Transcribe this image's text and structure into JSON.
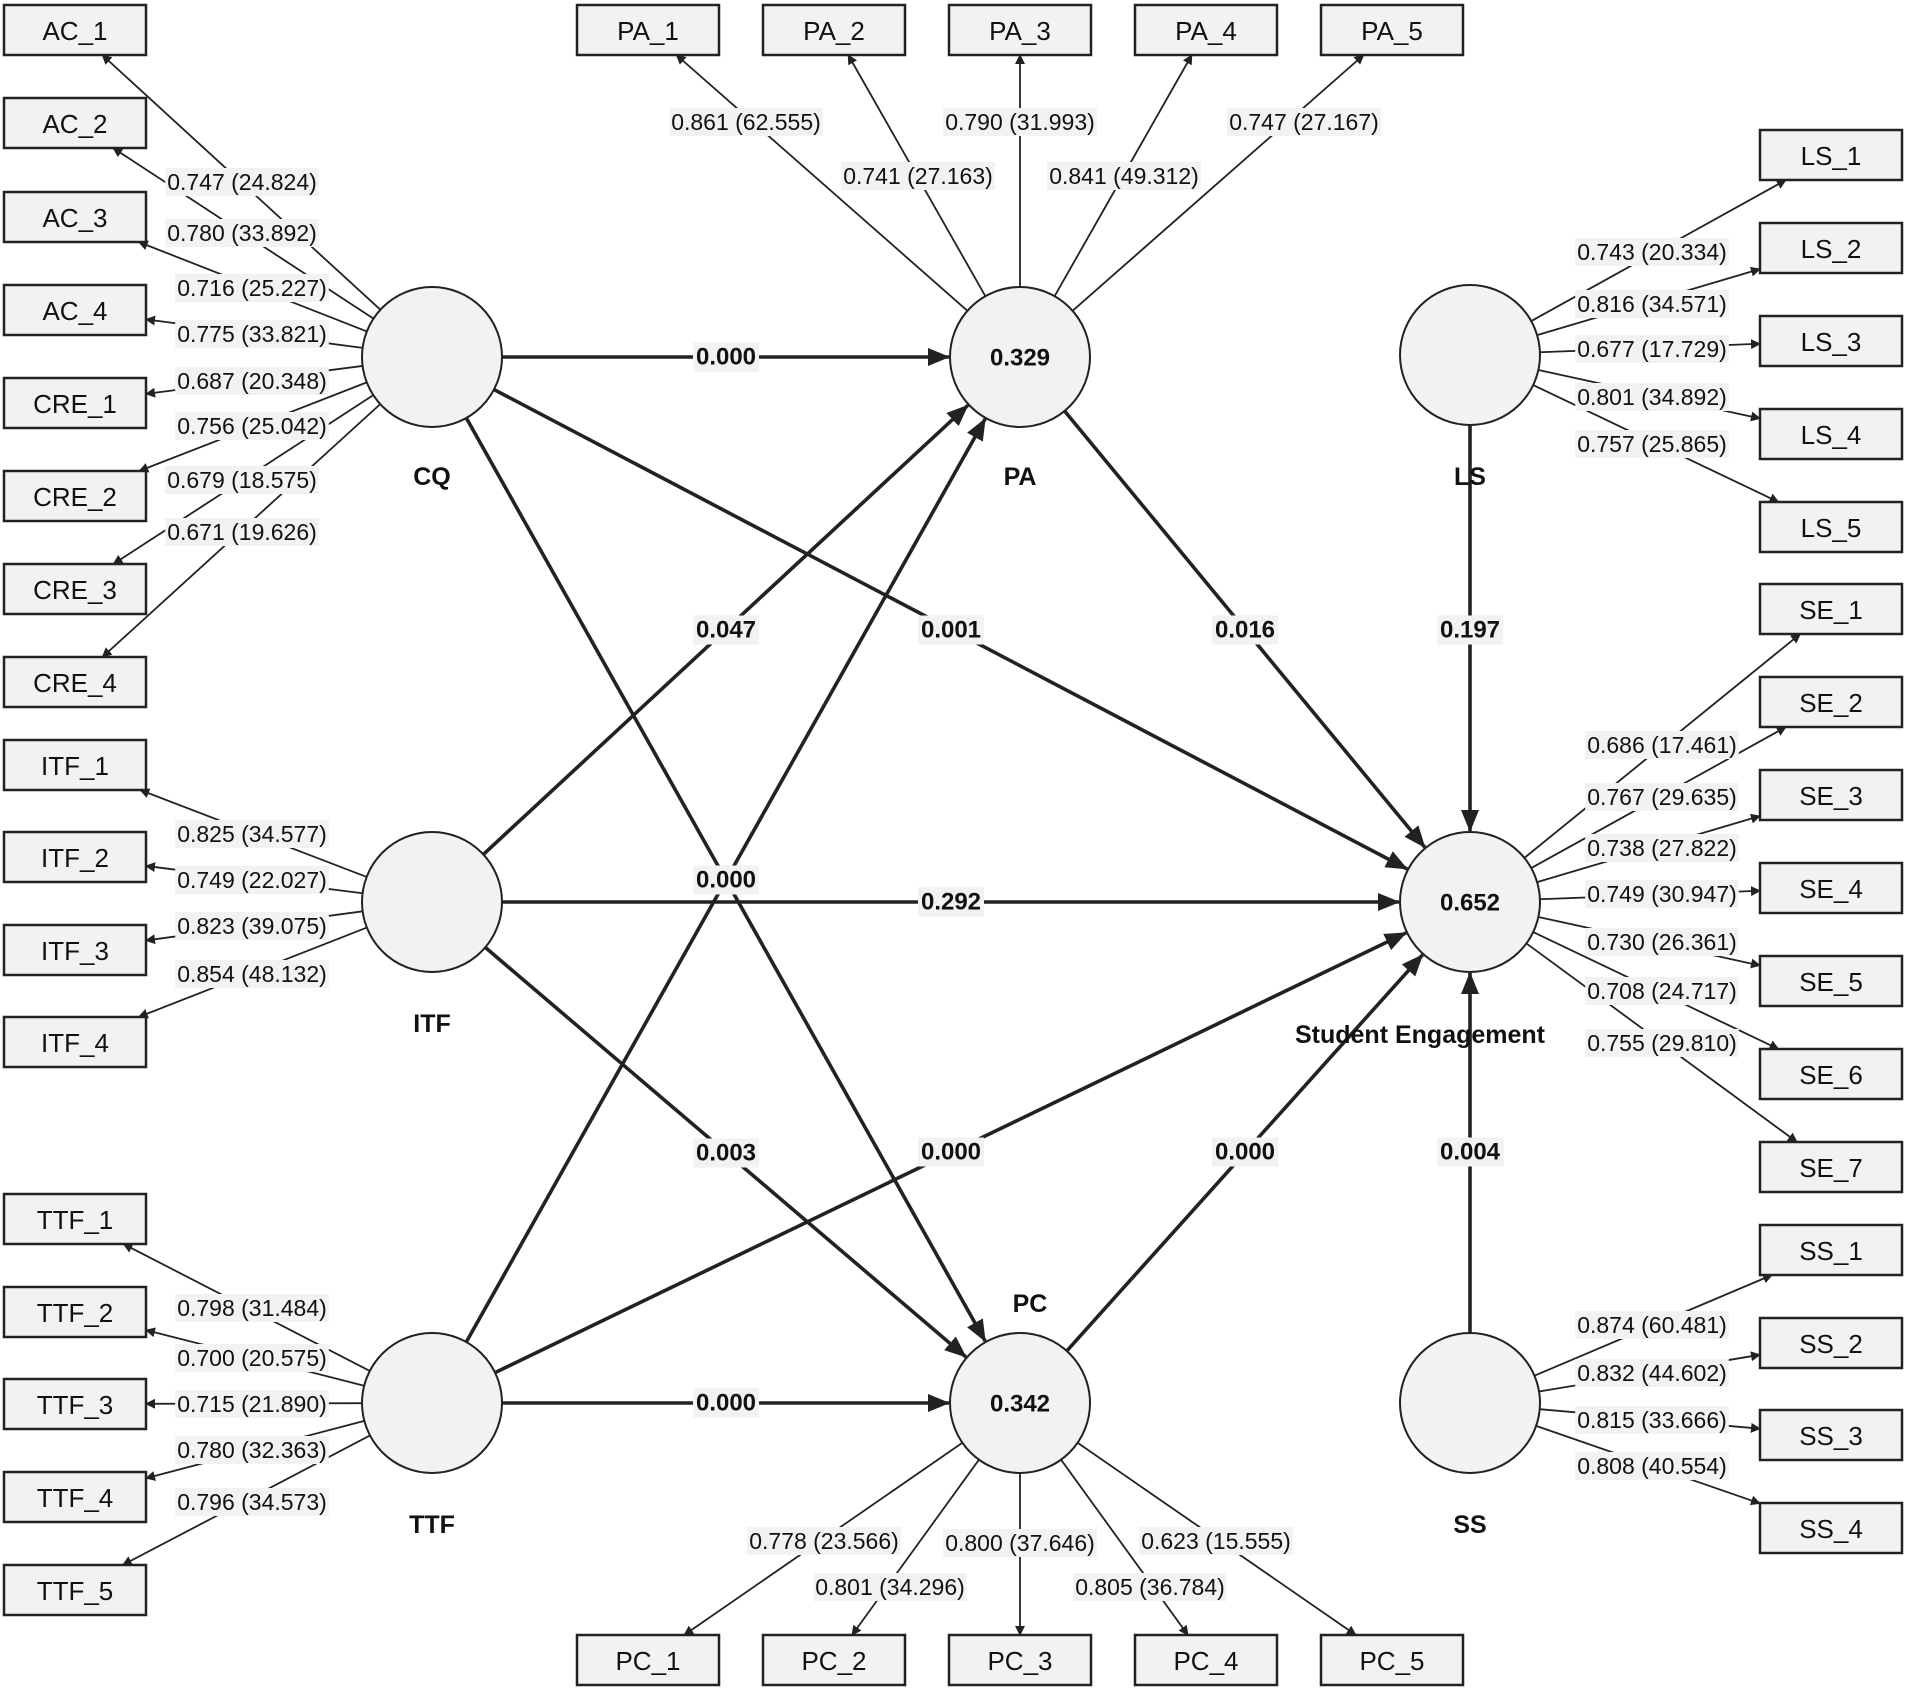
{
  "latent_variables": [
    {
      "id": "CQ",
      "name": "CQ",
      "r2": ""
    },
    {
      "id": "ITF",
      "name": "ITF",
      "r2": ""
    },
    {
      "id": "TTF",
      "name": "TTF",
      "r2": ""
    },
    {
      "id": "PA",
      "name": "PA",
      "r2": "0.329"
    },
    {
      "id": "PC",
      "name": "PC",
      "r2": "0.342"
    },
    {
      "id": "LS",
      "name": "LS",
      "r2": ""
    },
    {
      "id": "SE",
      "name": "Student Engagement",
      "r2": "0.652"
    },
    {
      "id": "SS",
      "name": "SS",
      "r2": ""
    }
  ],
  "indicators": [
    {
      "id": "AC_1",
      "label": "AC_1",
      "latent": "CQ",
      "loading": "0.747 (24.824)"
    },
    {
      "id": "AC_2",
      "label": "AC_2",
      "latent": "CQ",
      "loading": "0.780 (33.892)"
    },
    {
      "id": "AC_3",
      "label": "AC_3",
      "latent": "CQ",
      "loading": "0.716 (25.227)"
    },
    {
      "id": "AC_4",
      "label": "AC_4",
      "latent": "CQ",
      "loading": "0.775 (33.821)"
    },
    {
      "id": "CRE_1",
      "label": "CRE_1",
      "latent": "CQ",
      "loading": "0.687 (20.348)"
    },
    {
      "id": "CRE_2",
      "label": "CRE_2",
      "latent": "CQ",
      "loading": "0.756 (25.042)"
    },
    {
      "id": "CRE_3",
      "label": "CRE_3",
      "latent": "CQ",
      "loading": "0.679 (18.575)"
    },
    {
      "id": "CRE_4",
      "label": "CRE_4",
      "latent": "CQ",
      "loading": "0.671 (19.626)"
    },
    {
      "id": "ITF_1",
      "label": "ITF_1",
      "latent": "ITF",
      "loading": "0.825 (34.577)"
    },
    {
      "id": "ITF_2",
      "label": "ITF_2",
      "latent": "ITF",
      "loading": "0.749 (22.027)"
    },
    {
      "id": "ITF_3",
      "label": "ITF_3",
      "latent": "ITF",
      "loading": "0.823 (39.075)"
    },
    {
      "id": "ITF_4",
      "label": "ITF_4",
      "latent": "ITF",
      "loading": "0.854 (48.132)"
    },
    {
      "id": "TTF_1",
      "label": "TTF_1",
      "latent": "TTF",
      "loading": "0.798 (31.484)"
    },
    {
      "id": "TTF_2",
      "label": "TTF_2",
      "latent": "TTF",
      "loading": "0.700 (20.575)"
    },
    {
      "id": "TTF_3",
      "label": "TTF_3",
      "latent": "TTF",
      "loading": "0.715 (21.890)"
    },
    {
      "id": "TTF_4",
      "label": "TTF_4",
      "latent": "TTF",
      "loading": "0.780 (32.363)"
    },
    {
      "id": "TTF_5",
      "label": "TTF_5",
      "latent": "TTF",
      "loading": "0.796 (34.573)"
    },
    {
      "id": "PA_1",
      "label": "PA_1",
      "latent": "PA",
      "loading": "0.861 (62.555)"
    },
    {
      "id": "PA_2",
      "label": "PA_2",
      "latent": "PA",
      "loading": "0.741 (27.163)"
    },
    {
      "id": "PA_3",
      "label": "PA_3",
      "latent": "PA",
      "loading": "0.790 (31.993)"
    },
    {
      "id": "PA_4",
      "label": "PA_4",
      "latent": "PA",
      "loading": "0.841 (49.312)"
    },
    {
      "id": "PA_5",
      "label": "PA_5",
      "latent": "PA",
      "loading": "0.747 (27.167)"
    },
    {
      "id": "PC_1",
      "label": "PC_1",
      "latent": "PC",
      "loading": "0.778 (23.566)"
    },
    {
      "id": "PC_2",
      "label": "PC_2",
      "latent": "PC",
      "loading": "0.801 (34.296)"
    },
    {
      "id": "PC_3",
      "label": "PC_3",
      "latent": "PC",
      "loading": "0.800 (37.646)"
    },
    {
      "id": "PC_4",
      "label": "PC_4",
      "latent": "PC",
      "loading": "0.805 (36.784)"
    },
    {
      "id": "PC_5",
      "label": "PC_5",
      "latent": "PC",
      "loading": "0.623 (15.555)"
    },
    {
      "id": "LS_1",
      "label": "LS_1",
      "latent": "LS",
      "loading": "0.743 (20.334)"
    },
    {
      "id": "LS_2",
      "label": "LS_2",
      "latent": "LS",
      "loading": "0.816 (34.571)"
    },
    {
      "id": "LS_3",
      "label": "LS_3",
      "latent": "LS",
      "loading": "0.677 (17.729)"
    },
    {
      "id": "LS_4",
      "label": "LS_4",
      "latent": "LS",
      "loading": "0.801 (34.892)"
    },
    {
      "id": "LS_5",
      "label": "LS_5",
      "latent": "LS",
      "loading": "0.757 (25.865)"
    },
    {
      "id": "SE_1",
      "label": "SE_1",
      "latent": "SE",
      "loading": "0.686 (17.461)"
    },
    {
      "id": "SE_2",
      "label": "SE_2",
      "latent": "SE",
      "loading": "0.767 (29.635)"
    },
    {
      "id": "SE_3",
      "label": "SE_3",
      "latent": "SE",
      "loading": "0.738 (27.822)"
    },
    {
      "id": "SE_4",
      "label": "SE_4",
      "latent": "SE",
      "loading": "0.749 (30.947)"
    },
    {
      "id": "SE_5",
      "label": "SE_5",
      "latent": "SE",
      "loading": "0.730 (26.361)"
    },
    {
      "id": "SE_6",
      "label": "SE_6",
      "latent": "SE",
      "loading": "0.708 (24.717)"
    },
    {
      "id": "SE_7",
      "label": "SE_7",
      "latent": "SE",
      "loading": "0.755 (29.810)"
    },
    {
      "id": "SS_1",
      "label": "SS_1",
      "latent": "SS",
      "loading": "0.874 (60.481)"
    },
    {
      "id": "SS_2",
      "label": "SS_2",
      "latent": "SS",
      "loading": "0.832 (44.602)"
    },
    {
      "id": "SS_3",
      "label": "SS_3",
      "latent": "SS",
      "loading": "0.815 (33.666)"
    },
    {
      "id": "SS_4",
      "label": "SS_4",
      "latent": "SS",
      "loading": "0.808 (40.554)"
    }
  ],
  "paths": [
    {
      "from": "CQ",
      "to": "PA",
      "value": "0.000"
    },
    {
      "from": "CQ",
      "to": "SE",
      "value": "0.001"
    },
    {
      "from": "CQ",
      "to": "PC",
      "value": "0.000"
    },
    {
      "from": "ITF",
      "to": "PA",
      "value": "0.047"
    },
    {
      "from": "ITF",
      "to": "SE",
      "value": "0.292"
    },
    {
      "from": "ITF",
      "to": "PC",
      "value": "0.003"
    },
    {
      "from": "TTF",
      "to": "PA",
      "value": ""
    },
    {
      "from": "TTF",
      "to": "SE",
      "value": "0.000"
    },
    {
      "from": "TTF",
      "to": "PC",
      "value": "0.000"
    },
    {
      "from": "PA",
      "to": "SE",
      "value": "0.016"
    },
    {
      "from": "PC",
      "to": "SE",
      "value": "0.000"
    },
    {
      "from": "LS",
      "to": "SE",
      "value": "0.197"
    },
    {
      "from": "SS",
      "to": "SE",
      "value": "0.004"
    }
  ]
}
